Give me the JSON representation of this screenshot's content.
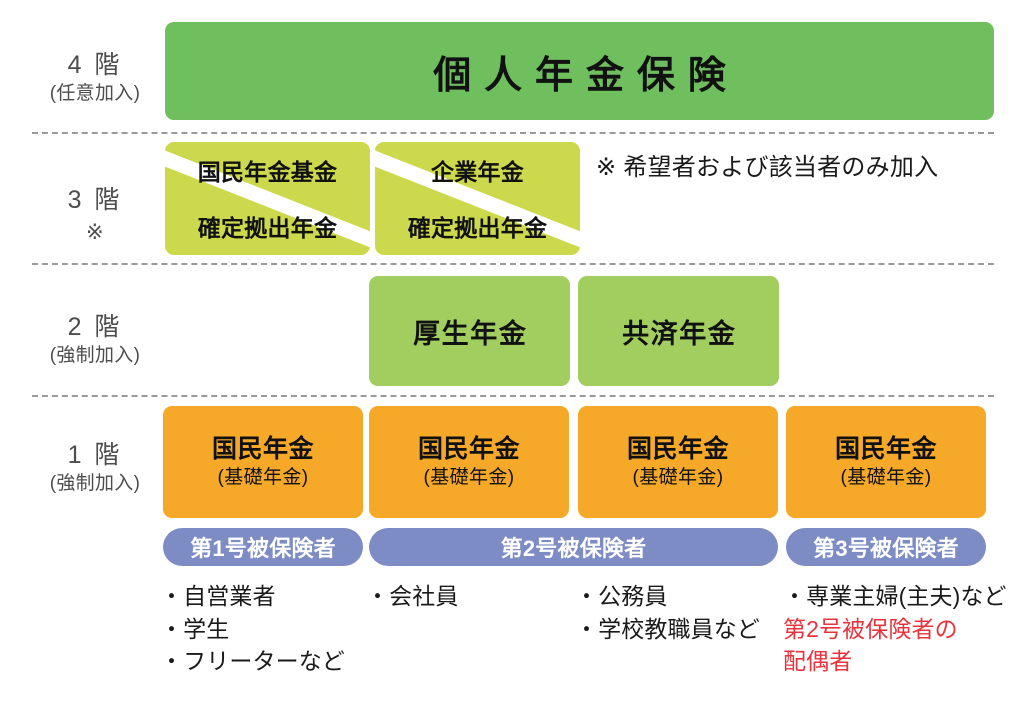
{
  "diagram": {
    "title_row_4": "個人年金保険",
    "tiers": [
      {
        "id": "tier-4",
        "main": "4 階",
        "sub": "(任意加入)"
      },
      {
        "id": "tier-3",
        "main": "3 階",
        "sub": "※"
      },
      {
        "id": "tier-2",
        "main": "2 階",
        "sub": "(強制加入)"
      },
      {
        "id": "tier-1",
        "main": "1 階",
        "sub": "(強制加入)"
      }
    ],
    "floor4": {
      "label": "個人年金保険"
    },
    "floor3": {
      "note": "※ 希望者および該当者のみ加入",
      "boxes": [
        {
          "top": "国民年金基金",
          "bottom": "確定拠出年金"
        },
        {
          "top": "企業年金",
          "bottom": "確定拠出年金"
        }
      ]
    },
    "floor2": {
      "boxes": [
        {
          "label": "厚生年金"
        },
        {
          "label": "共済年金"
        }
      ]
    },
    "floor1": {
      "boxes": [
        {
          "main": "国民年金",
          "sub": "(基礎年金)"
        },
        {
          "main": "国民年金",
          "sub": "(基礎年金)"
        },
        {
          "main": "国民年金",
          "sub": "(基礎年金)"
        },
        {
          "main": "国民年金",
          "sub": "(基礎年金)"
        }
      ]
    },
    "categories": [
      {
        "pill": "第1号被保険者",
        "items": [
          "・自営業者",
          "・学生",
          "・フリーターなど"
        ],
        "items_red": []
      },
      {
        "pill": "第2号被保険者",
        "items_col_a": [
          "・会社員"
        ],
        "items_col_b": [
          "・公務員",
          "・学校教職員など"
        ]
      },
      {
        "pill": "第3号被保険者",
        "items": [
          "・専業主婦(主夫)など"
        ],
        "items_red": [
          "第2号被保険者の",
          "配偶者"
        ]
      }
    ],
    "colors": {
      "floor4_green": "#6fbf5e",
      "floor3_yellow_green": "#cdd94c",
      "floor2_green": "#a2ce5f",
      "floor1_orange": "#f6a928",
      "pill_blue": "#7d8cc4",
      "divider_gray": "#9a9a9a",
      "tier_label_gray": "#4d4d4d",
      "red_text": "#e8333c"
    }
  }
}
